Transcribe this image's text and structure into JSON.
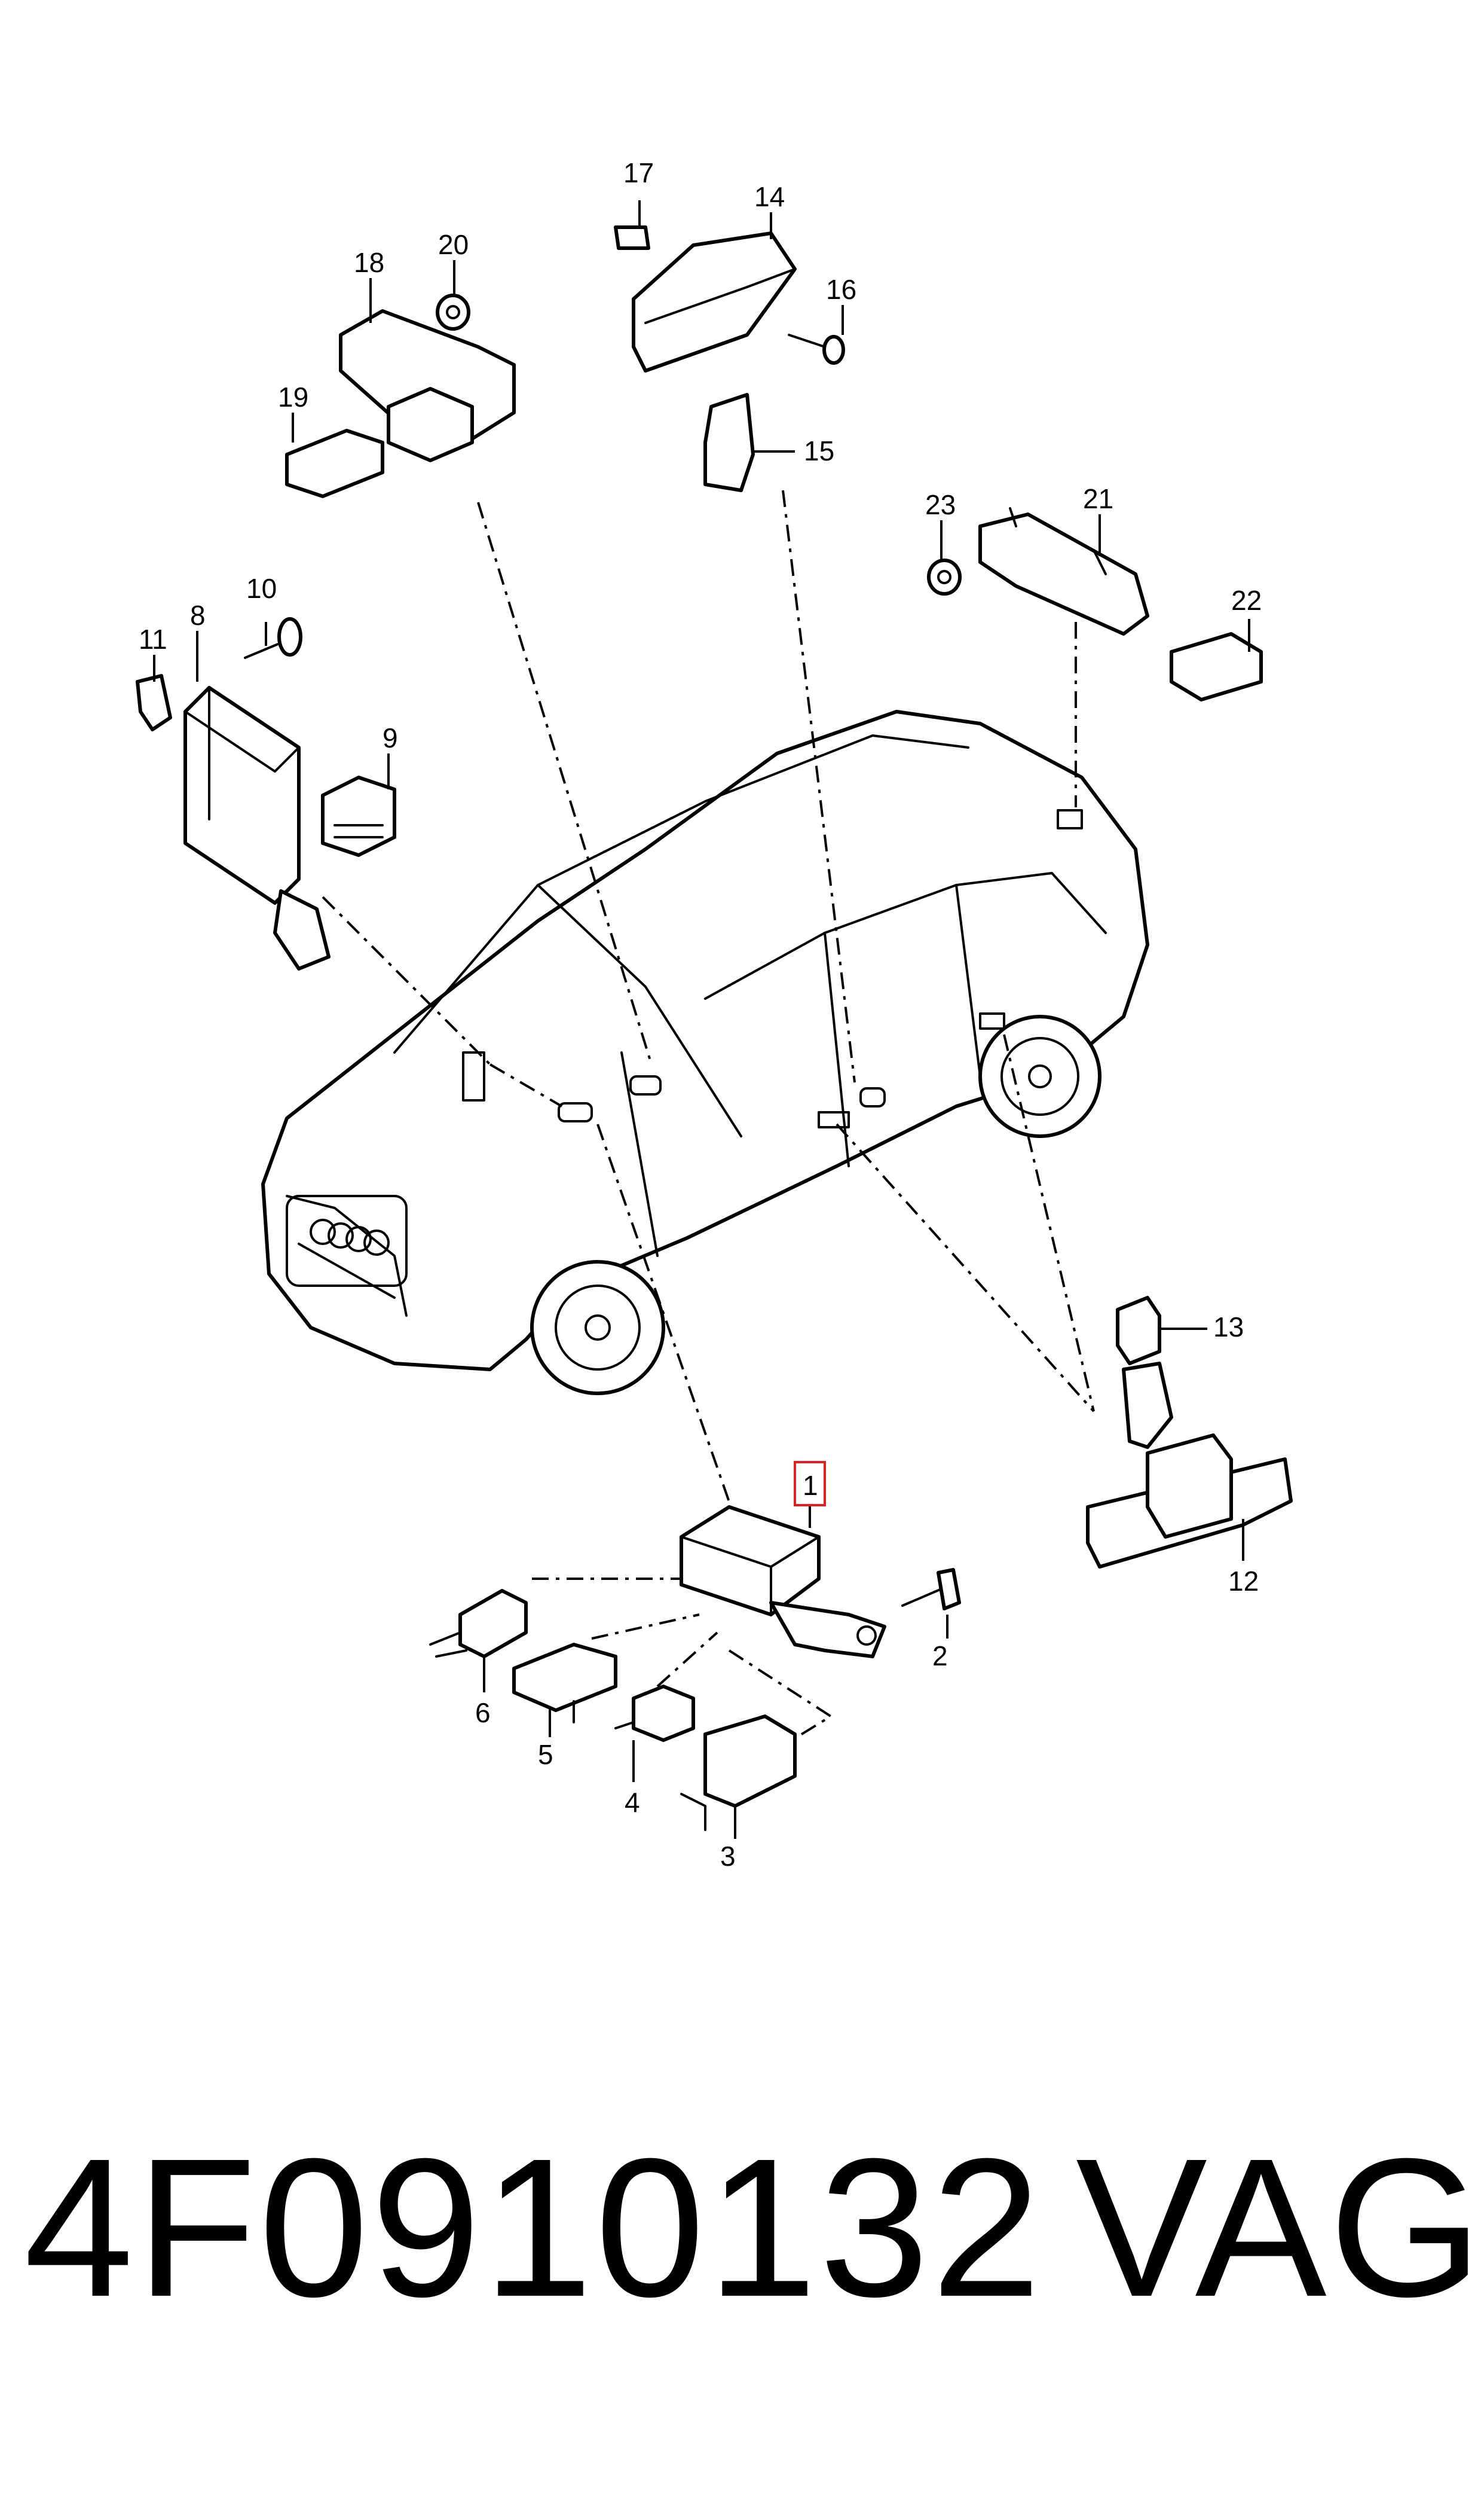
{
  "callouts": {
    "c1": "1",
    "c2": "2",
    "c3": "3",
    "c4": "4",
    "c5": "5",
    "c6": "6",
    "c8": "8",
    "c9": "9",
    "c10": "10",
    "c11": "11",
    "c12": "12",
    "c13": "13",
    "c14": "14",
    "c15": "15",
    "c16": "16",
    "c17": "17",
    "c18": "18",
    "c19": "19",
    "c20": "20",
    "c21": "21",
    "c22": "22",
    "c23": "23"
  },
  "highlighted_callout": "1",
  "footer": {
    "part_number": "4F0910132",
    "brand": "VAG"
  }
}
